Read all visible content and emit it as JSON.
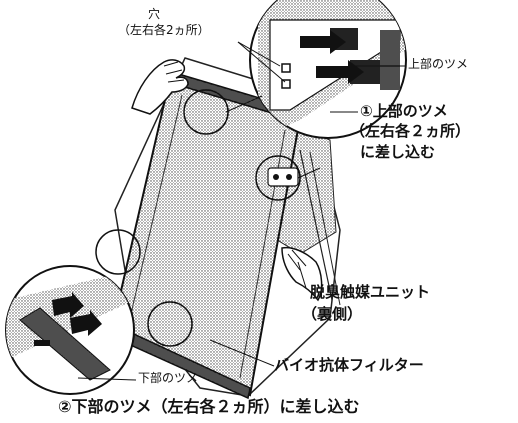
{
  "labels": {
    "hole_top": "穴",
    "hole_sub": "（左右各2ヵ所）",
    "upper_tab": "上部のツメ",
    "step1_line1": "①上部のツメ",
    "step1_line2": "（左右各２ヵ所）",
    "step1_line3": "に差し込む",
    "deodorizer_line1": "脱臭触媒ユニット",
    "deodorizer_line2": "（裏側）",
    "bio_filter": "バイオ抗体フィルター",
    "lower_tab": "下部のツメ",
    "step2": "②下部のツメ（左右各２ヵ所）に差し込む"
  },
  "icons": [
    "left-hand-icon",
    "right-hand-icon",
    "arrow-icon"
  ]
}
